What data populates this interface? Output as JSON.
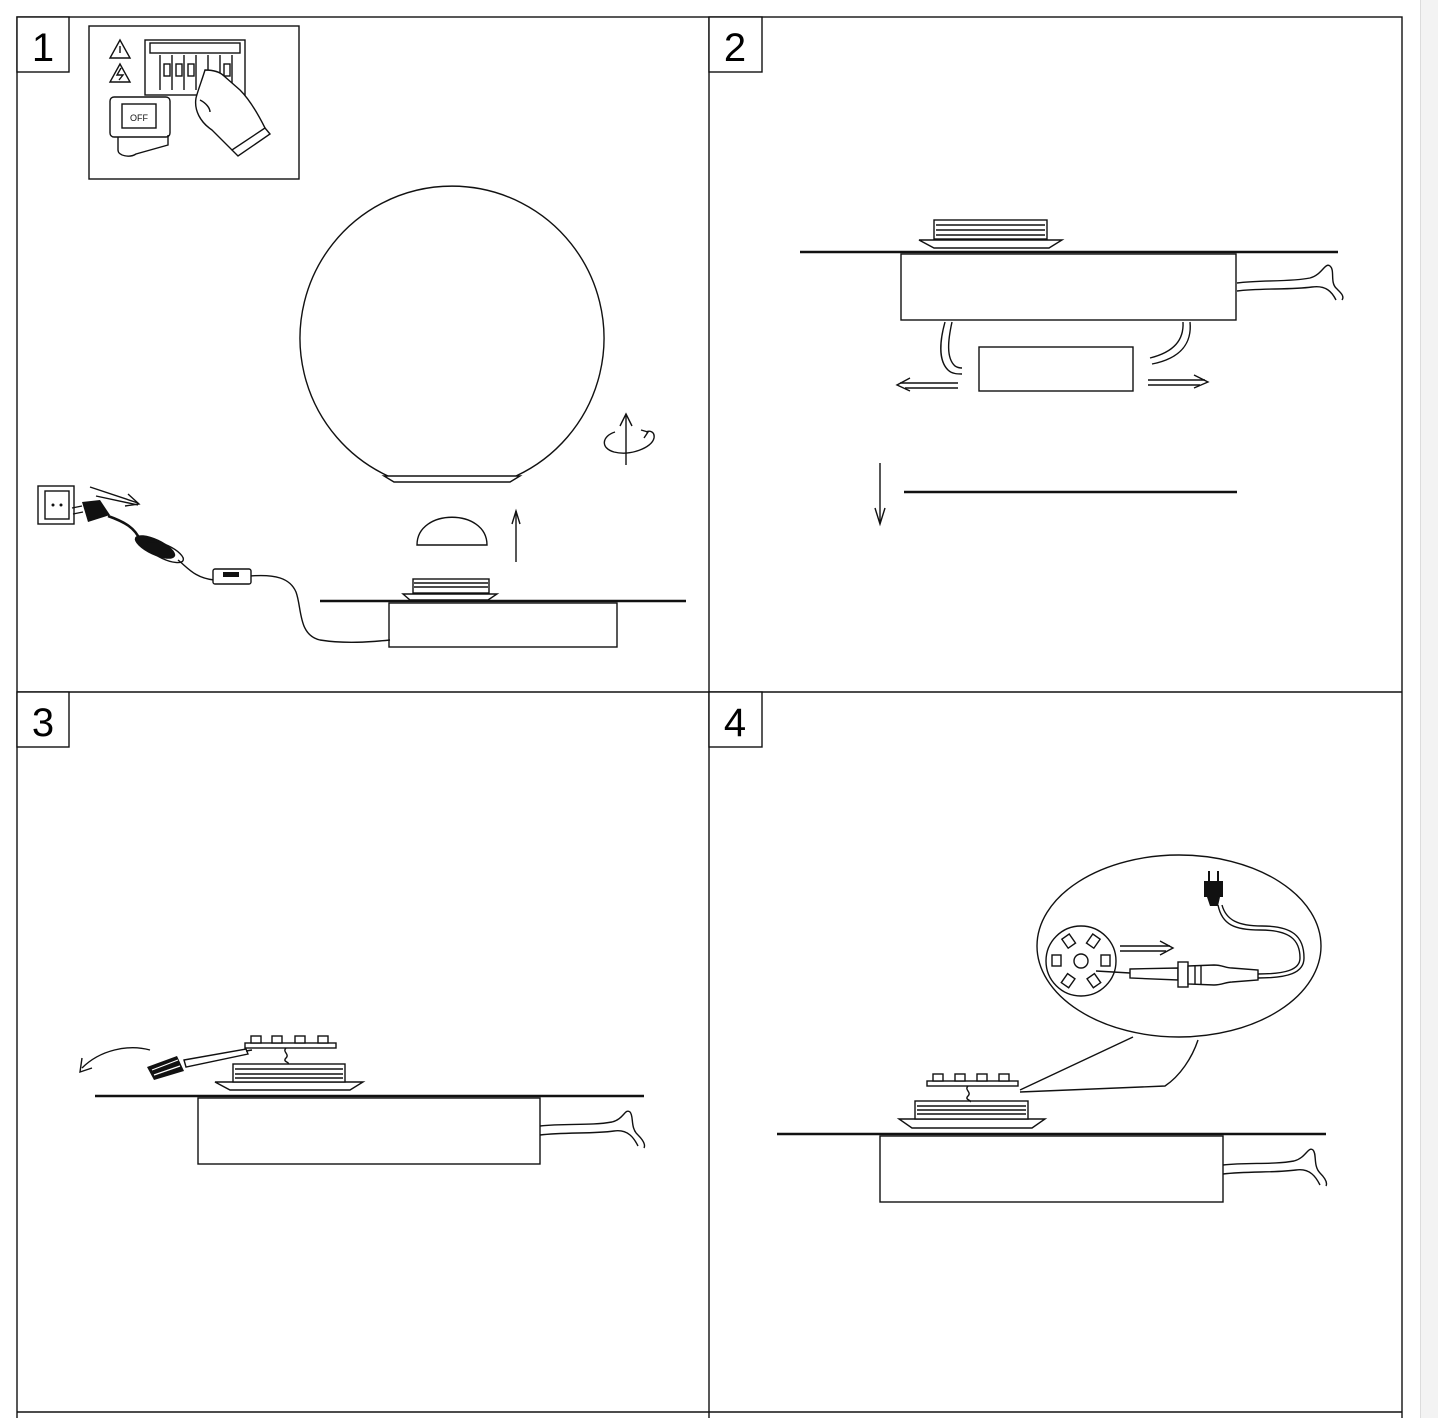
{
  "steps": [
    {
      "number": "1"
    },
    {
      "number": "2"
    },
    {
      "number": "3"
    },
    {
      "number": "4"
    }
  ],
  "icons": {
    "off_label": "OFF"
  }
}
